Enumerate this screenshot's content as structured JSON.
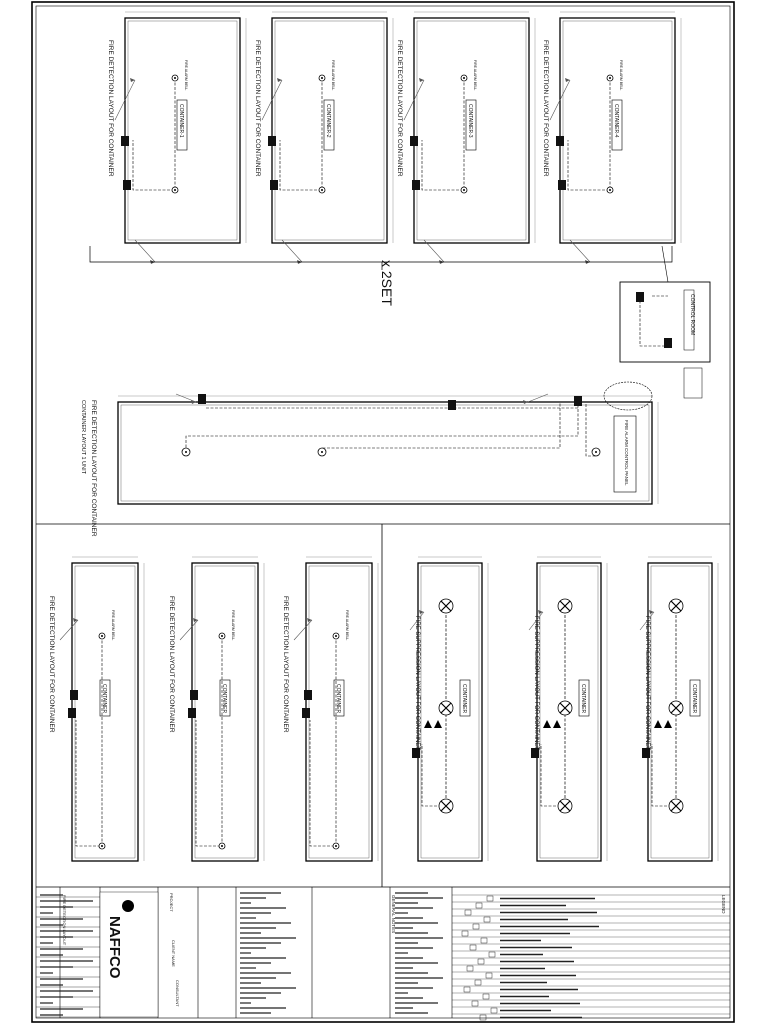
{
  "drawing": {
    "multiplier_label": "x 2SET",
    "company_name": "NAFFCO",
    "top_plans": [
      {
        "caption": "FIRE DETECTION LAYOUT FOR CONTAINER",
        "room_tag": "CONTAINER-1"
      },
      {
        "caption": "FIRE DETECTION LAYOUT FOR CONTAINER",
        "room_tag": "CONTAINER-2"
      },
      {
        "caption": "FIRE DETECTION LAYOUT FOR CONTAINER",
        "room_tag": "CONTAINER-3"
      },
      {
        "caption": "FIRE DETECTION LAYOUT FOR CONTAINER",
        "room_tag": "CONTAINER-4"
      }
    ],
    "control_box_tag": "CONTROL ROOM",
    "middle_plan": {
      "caption": "FIRE DETECTION LAYOUT FOR CONTAINER",
      "subcaption": "CONTAINER LAYOUT 1 UNIT",
      "note": "FIRE ALARM CONTROL PANEL"
    },
    "bottom_left_plans": [
      {
        "caption": "FIRE DETECTION LAYOUT FOR CONTAINER",
        "room_tag": "CONTAINER"
      },
      {
        "caption": "FIRE DETECTION LAYOUT FOR CONTAINER",
        "room_tag": "CONTAINER"
      },
      {
        "caption": "FIRE DETECTION LAYOUT FOR CONTAINER",
        "room_tag": "CONTAINER"
      }
    ],
    "bottom_right_plans": [
      {
        "caption": "FIRE SUPPRESSION LAYOUT FOR CONTAINER",
        "room_tag": "CONTAINER"
      },
      {
        "caption": "FIRE SUPPRESSION LAYOUT FOR CONTAINER",
        "room_tag": "CONTAINER"
      },
      {
        "caption": "FIRE SUPPRESSION LAYOUT FOR CONTAINER",
        "room_tag": "CONTAINER"
      }
    ],
    "title_block": {
      "project_label": "PROJECT",
      "client_label": "CLIENT NAME",
      "consultant_label": "CONSULTANT",
      "drawing_title": "FIRE DETECTION LAYOUT",
      "legend_title": "LEGEND",
      "notes_title": "GENERAL NOTES"
    }
  }
}
